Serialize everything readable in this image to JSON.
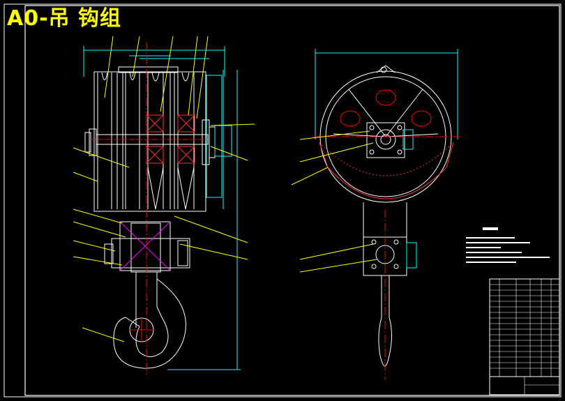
{
  "title": "A0-吊 钩组",
  "colors": {
    "background": "#000000",
    "line": "#ffffff",
    "dimension": "#00ffff",
    "leader": "#ffff00",
    "hidden": "#ff0000",
    "part": "#ff00ff",
    "title": "#ffff00"
  },
  "views": {
    "front": "front-view-hook-assembly",
    "side": "side-view-hook-assembly"
  },
  "icons": {
    "hook": "crane-hook-icon",
    "pulley": "pulley-sheave-icon"
  }
}
